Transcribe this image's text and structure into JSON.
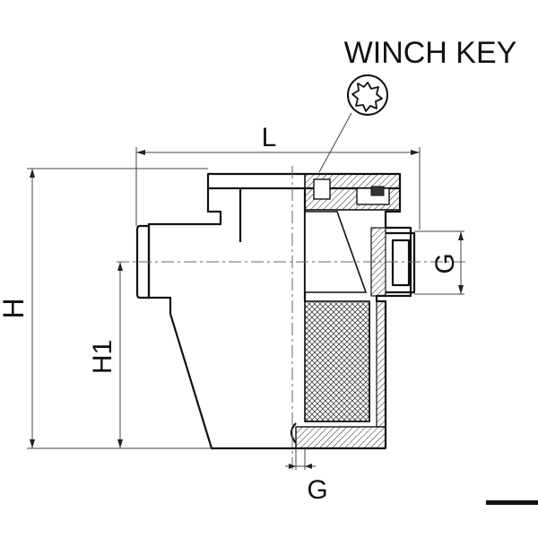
{
  "labels": {
    "winch_key": "WINCH KEY",
    "length": "L",
    "height": "H",
    "height_to_inlet": "H1",
    "thread_side": "G",
    "thread_bottom": "G"
  },
  "colors": {
    "line": "#111111",
    "hatch": "#333333",
    "background": "#ffffff"
  },
  "icons": {
    "winch_key_symbol": "eight-point-star-socket-icon"
  }
}
